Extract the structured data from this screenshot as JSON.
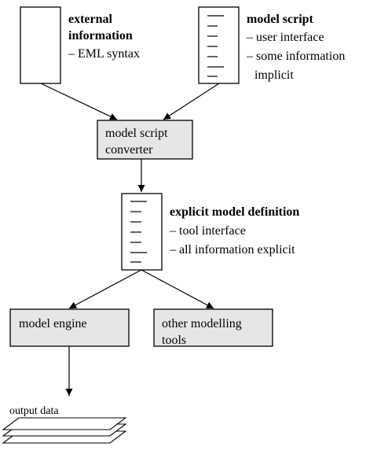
{
  "external_information": {
    "title_line1": "external",
    "title_line2": "information",
    "bullets": [
      "– EML syntax"
    ]
  },
  "model_script": {
    "title": "model script",
    "bullets": [
      "– user interface",
      "– some information",
      "implicit"
    ]
  },
  "converter": {
    "line1": "model script",
    "line2": "converter"
  },
  "explicit_model": {
    "title": "explicit model definition",
    "bullets": [
      "– tool interface",
      "– all information explicit"
    ]
  },
  "model_engine": {
    "label": "model engine"
  },
  "other_tools": {
    "line1": "other modelling",
    "line2": "tools"
  },
  "output": {
    "label": "output data"
  },
  "colors": {
    "process_fill": "#e6e6e6",
    "document_fill": "#ffffff",
    "stroke": "#000000"
  }
}
